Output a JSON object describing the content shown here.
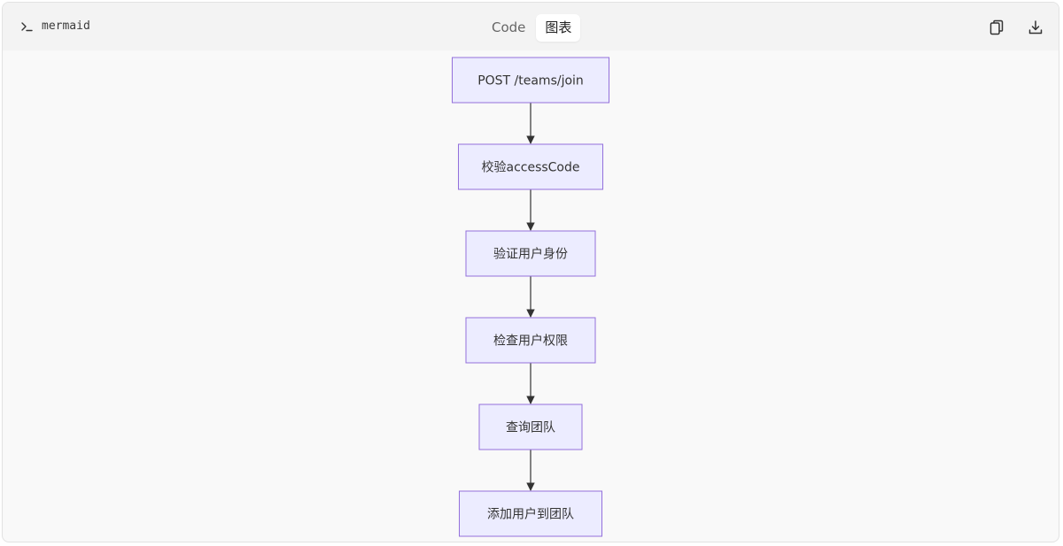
{
  "header": {
    "language_label": "mermaid",
    "prompt_icon": "terminal-prompt-icon",
    "tabs": [
      {
        "label": "Code",
        "active": false
      },
      {
        "label": "图表",
        "active": true
      }
    ],
    "actions": [
      {
        "icon": "copy-icon"
      },
      {
        "icon": "download-icon"
      }
    ]
  },
  "diagram": {
    "type": "flowchart",
    "direction": "TD",
    "node_fill": "#ececff",
    "node_stroke": "#9370db",
    "edge_color": "#333333",
    "nodes": [
      {
        "id": "n1",
        "label": "POST /teams/join"
      },
      {
        "id": "n2",
        "label": "校验accessCode"
      },
      {
        "id": "n3",
        "label": "验证用户身份"
      },
      {
        "id": "n4",
        "label": "检查用户权限"
      },
      {
        "id": "n5",
        "label": "查询团队"
      },
      {
        "id": "n6",
        "label": "添加用户到团队"
      }
    ],
    "edges": [
      {
        "from": "n1",
        "to": "n2"
      },
      {
        "from": "n2",
        "to": "n3"
      },
      {
        "from": "n3",
        "to": "n4"
      },
      {
        "from": "n4",
        "to": "n5"
      },
      {
        "from": "n5",
        "to": "n6"
      }
    ]
  }
}
